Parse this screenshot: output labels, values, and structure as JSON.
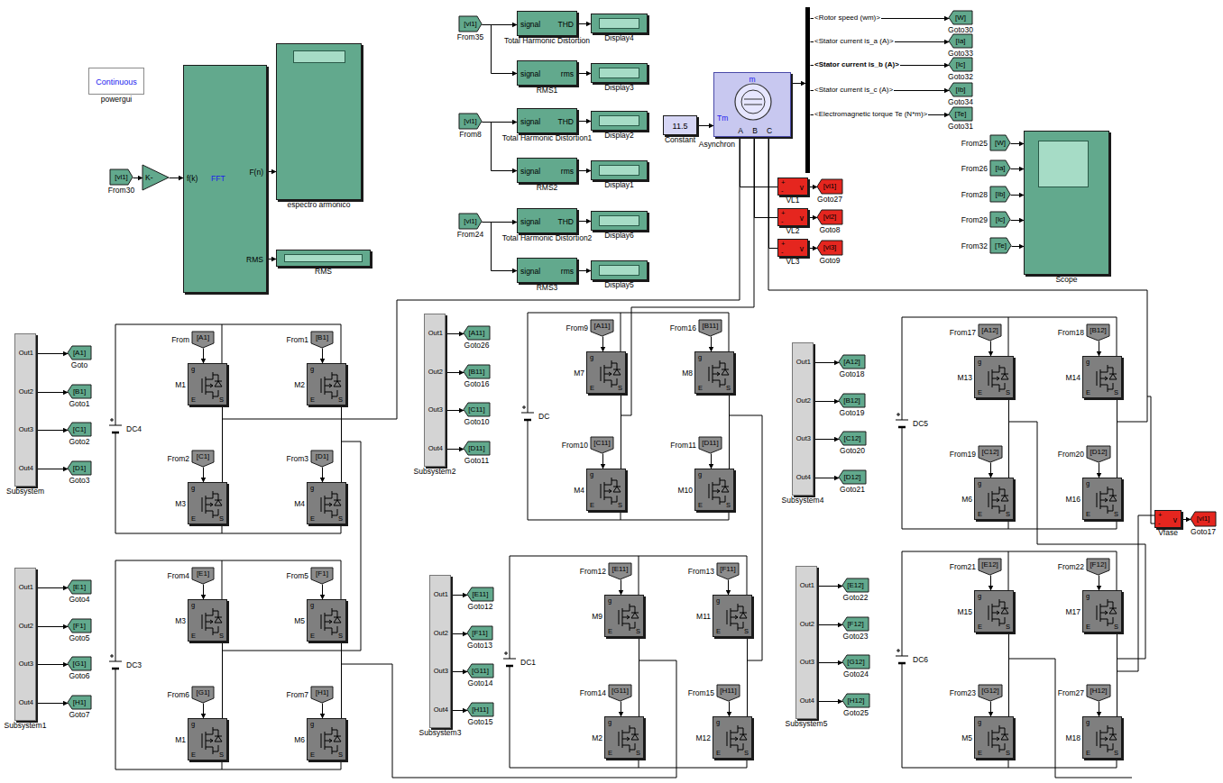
{
  "diagram": {
    "nodes": [
      {
        "text": [
          "Continuous",
          "powergui"
        ]
      },
      {
        "text": [
          "[vl1]",
          "From30"
        ]
      },
      {
        "text": [
          "K-"
        ]
      },
      {
        "text": [
          "f(k)",
          "FFT",
          "F(n)",
          "RMS"
        ]
      },
      {
        "text": [
          "espectro armonico"
        ]
      },
      {
        "text": [
          "RMS"
        ]
      },
      {
        "text": [
          "[vl1]",
          "From35"
        ]
      },
      {
        "text": [
          "signal",
          "THD",
          "Total Harmonic Distortion"
        ]
      },
      {
        "text": [
          "Display4"
        ]
      },
      {
        "text": [
          "signal",
          "rms",
          "RMS1"
        ]
      },
      {
        "text": [
          "Display3"
        ]
      },
      {
        "text": [
          "[vl1]",
          "From8"
        ]
      },
      {
        "text": [
          "signal",
          "THD",
          "Total Harmonic Distortion1"
        ]
      },
      {
        "text": [
          "Display2"
        ]
      },
      {
        "text": [
          "signal",
          "rms",
          "RMS2"
        ]
      },
      {
        "text": [
          "Display1"
        ]
      },
      {
        "text": [
          "[vl1]",
          "From24"
        ]
      },
      {
        "text": [
          "signal",
          "THD",
          "Total Harmonic Distortion2"
        ]
      },
      {
        "text": [
          "Display6"
        ]
      },
      {
        "text": [
          "signal",
          "rms",
          "RMS3"
        ]
      },
      {
        "text": [
          "Display5"
        ]
      },
      {
        "text": [
          "m",
          "Tm",
          "A",
          "B",
          "C",
          "Asynchron"
        ]
      },
      {
        "text": [
          "11.5",
          "Constant"
        ]
      },
      {
        "text": [
          "<Rotor speed (wm)>",
          "<Stator current is_a (A)>",
          "<Stator current is_b (A)>",
          "<Stator current is_c (A)>",
          "<Electromagnetic torque Te (N*m)>"
        ]
      },
      {
        "text": [
          "[W]",
          "Goto30"
        ]
      },
      {
        "text": [
          "[Ia]",
          "Goto33"
        ]
      },
      {
        "text": [
          "[Ic]",
          "Goto32"
        ]
      },
      {
        "text": [
          "[Ib]",
          "Goto34"
        ]
      },
      {
        "text": [
          "[Te]",
          "Goto31"
        ]
      },
      {
        "text": [
          "+",
          "-",
          "v",
          "VL1"
        ]
      },
      {
        "text": [
          "[vl1]",
          "Goto27"
        ]
      },
      {
        "text": [
          "+",
          "-",
          "v",
          "VL2"
        ]
      },
      {
        "text": [
          "[vl2]",
          "Goto8"
        ]
      },
      {
        "text": [
          "+",
          "-",
          "v",
          "VL3"
        ]
      },
      {
        "text": [
          "[vl3]",
          "Goto9"
        ]
      },
      {
        "text": [
          "[W]",
          "From25"
        ]
      },
      {
        "text": [
          "[Ia]",
          "From26"
        ]
      },
      {
        "text": [
          "[Ib]",
          "From28"
        ]
      },
      {
        "text": [
          "[Ic]",
          "From29"
        ]
      },
      {
        "text": [
          "[Te]",
          "From32"
        ]
      },
      {
        "text": [
          "Scope"
        ]
      },
      {
        "text": [
          "+",
          "-",
          "v",
          "Vfase"
        ]
      },
      {
        "text": [
          "[vl1]",
          "Goto17"
        ]
      },
      {
        "text": [
          "Out1",
          "Out2",
          "Out3",
          "Out4",
          "Subsystem"
        ]
      },
      {
        "text": [
          "[A1]",
          "Goto"
        ]
      },
      {
        "text": [
          "[B1]",
          "Goto1"
        ]
      },
      {
        "text": [
          "[C1]",
          "Goto2"
        ]
      },
      {
        "text": [
          "[D1]",
          "Goto3"
        ]
      },
      {
        "text": [
          "Out1",
          "Out2",
          "Out3",
          "Out4",
          "Subsystem1"
        ]
      },
      {
        "text": [
          "[E1]",
          "Goto4"
        ]
      },
      {
        "text": [
          "[F1]",
          "Goto5"
        ]
      },
      {
        "text": [
          "[G1]",
          "Goto6"
        ]
      },
      {
        "text": [
          "[H1]",
          "Goto7"
        ]
      },
      {
        "text": [
          "Out1",
          "Out2",
          "Out3",
          "Out4",
          "Subsystem2"
        ]
      },
      {
        "text": [
          "[A11]",
          "Goto26"
        ]
      },
      {
        "text": [
          "[B11]",
          "Goto16"
        ]
      },
      {
        "text": [
          "[C11]",
          "Goto10"
        ]
      },
      {
        "text": [
          "[D11]",
          "Goto11"
        ]
      },
      {
        "text": [
          "Out1",
          "Out2",
          "Out3",
          "Out4",
          "Subsystem3"
        ]
      },
      {
        "text": [
          "[E11]",
          "Goto12"
        ]
      },
      {
        "text": [
          "[F11]",
          "Goto13"
        ]
      },
      {
        "text": [
          "[G11]",
          "Goto14"
        ]
      },
      {
        "text": [
          "[H11]",
          "Goto15"
        ]
      },
      {
        "text": [
          "Out1",
          "Out2",
          "Out3",
          "Out4",
          "Subsystem4"
        ]
      },
      {
        "text": [
          "[A12]",
          "Goto18"
        ]
      },
      {
        "text": [
          "[B12]",
          "Goto19"
        ]
      },
      {
        "text": [
          "[C12]",
          "Goto20"
        ]
      },
      {
        "text": [
          "[D12]",
          "Goto21"
        ]
      },
      {
        "text": [
          "Out1",
          "Out2",
          "Out3",
          "Out4",
          "Subsystem5"
        ]
      },
      {
        "text": [
          "[E12]",
          "Goto22"
        ]
      },
      {
        "text": [
          "[F12]",
          "Goto23"
        ]
      },
      {
        "text": [
          "[G12]",
          "Goto24"
        ]
      },
      {
        "text": [
          "[H12]",
          "Goto25"
        ]
      },
      {
        "text": [
          "DC4"
        ]
      },
      {
        "text": [
          "[A1]",
          "From"
        ]
      },
      {
        "text": [
          "g",
          "E",
          "S",
          "M1"
        ]
      },
      {
        "text": [
          "[B1]",
          "From1"
        ]
      },
      {
        "text": [
          "g",
          "E",
          "S",
          "M2"
        ]
      },
      {
        "text": [
          "[C1]",
          "From2"
        ]
      },
      {
        "text": [
          "g",
          "E",
          "S",
          "M3"
        ]
      },
      {
        "text": [
          "[D1]",
          "From3"
        ]
      },
      {
        "text": [
          "g",
          "E",
          "S",
          "M4"
        ]
      },
      {
        "text": [
          "DC3"
        ]
      },
      {
        "text": [
          "[E1]",
          "From4"
        ]
      },
      {
        "text": [
          "g",
          "E",
          "S",
          "M3"
        ]
      },
      {
        "text": [
          "[F1]",
          "From5"
        ]
      },
      {
        "text": [
          "g",
          "E",
          "S",
          "M5"
        ]
      },
      {
        "text": [
          "[G1]",
          "From6"
        ]
      },
      {
        "text": [
          "g",
          "E",
          "S",
          "M1"
        ]
      },
      {
        "text": [
          "[H1]",
          "From7"
        ]
      },
      {
        "text": [
          "g",
          "E",
          "S",
          "M6"
        ]
      },
      {
        "text": [
          "DC"
        ]
      },
      {
        "text": [
          "[A11]",
          "From9"
        ]
      },
      {
        "text": [
          "g",
          "E",
          "S",
          "M7"
        ]
      },
      {
        "text": [
          "[B11]",
          "From16"
        ]
      },
      {
        "text": [
          "g",
          "E",
          "S",
          "M8"
        ]
      },
      {
        "text": [
          "[C11]",
          "From10"
        ]
      },
      {
        "text": [
          "g",
          "E",
          "S",
          "M4"
        ]
      },
      {
        "text": [
          "[D11]",
          "From11"
        ]
      },
      {
        "text": [
          "g",
          "E",
          "S",
          "M10"
        ]
      },
      {
        "text": [
          "DC1"
        ]
      },
      {
        "text": [
          "[E11]",
          "From12"
        ]
      },
      {
        "text": [
          "g",
          "E",
          "S",
          "M9"
        ]
      },
      {
        "text": [
          "[F11]",
          "From13"
        ]
      },
      {
        "text": [
          "g",
          "E",
          "S",
          "M11"
        ]
      },
      {
        "text": [
          "[G11]",
          "From14"
        ]
      },
      {
        "text": [
          "g",
          "E",
          "S",
          "M2"
        ]
      },
      {
        "text": [
          "[H11]",
          "From15"
        ]
      },
      {
        "text": [
          "g",
          "E",
          "S",
          "M12"
        ]
      },
      {
        "text": [
          "DC5"
        ]
      },
      {
        "text": [
          "[A12]",
          "From17"
        ]
      },
      {
        "text": [
          "g",
          "E",
          "S",
          "M13"
        ]
      },
      {
        "text": [
          "[B12]",
          "From18"
        ]
      },
      {
        "text": [
          "g",
          "E",
          "S",
          "M14"
        ]
      },
      {
        "text": [
          "[C12]",
          "From19"
        ]
      },
      {
        "text": [
          "g",
          "E",
          "S",
          "M6"
        ]
      },
      {
        "text": [
          "[D12]",
          "From20"
        ]
      },
      {
        "text": [
          "g",
          "E",
          "S",
          "M16"
        ]
      },
      {
        "text": [
          "DC6"
        ]
      },
      {
        "text": [
          "[E12]",
          "From21"
        ]
      },
      {
        "text": [
          "g",
          "E",
          "S",
          "M15"
        ]
      },
      {
        "text": [
          "[F12]",
          "From22"
        ]
      },
      {
        "text": [
          "g",
          "E",
          "S",
          "M17"
        ]
      },
      {
        "text": [
          "[G12]",
          "From23"
        ]
      },
      {
        "text": [
          "g",
          "E",
          "S",
          "M5"
        ]
      },
      {
        "text": [
          "[H12]",
          "From27"
        ]
      },
      {
        "text": [
          "g",
          "E",
          "S",
          "M18"
        ]
      }
    ],
    "edges": [
      {
        "from": 1,
        "to": 2,
        "arrow": "to"
      },
      {
        "from": 2,
        "to": 3,
        "arrow": "to"
      },
      {
        "from": 3,
        "to": 4,
        "arrow": "to"
      },
      {
        "from": 3,
        "to": 5,
        "arrow": "to"
      },
      {
        "from": 6,
        "to": 7,
        "arrow": "to"
      },
      {
        "from": 6,
        "to": 9,
        "arrow": "to"
      },
      {
        "from": 7,
        "to": 8,
        "arrow": "to"
      },
      {
        "from": 9,
        "to": 10,
        "arrow": "to"
      },
      {
        "from": 11,
        "to": 12,
        "arrow": "to"
      },
      {
        "from": 11,
        "to": 14,
        "arrow": "to"
      },
      {
        "from": 12,
        "to": 13,
        "arrow": "to"
      },
      {
        "from": 14,
        "to": 15,
        "arrow": "to"
      },
      {
        "from": 16,
        "to": 17,
        "arrow": "to"
      },
      {
        "from": 16,
        "to": 19,
        "arrow": "to"
      },
      {
        "from": 17,
        "to": 18,
        "arrow": "to"
      },
      {
        "from": 19,
        "to": 20,
        "arrow": "to"
      },
      {
        "from": 22,
        "to": 21,
        "arrow": "to"
      },
      {
        "from": 21,
        "to": 23,
        "arrow": "to"
      },
      {
        "from": 23,
        "to": 24,
        "arrow": "to"
      },
      {
        "from": 23,
        "to": 25,
        "arrow": "to"
      },
      {
        "from": 23,
        "to": 26,
        "arrow": "to"
      },
      {
        "from": 23,
        "to": 27,
        "arrow": "to"
      },
      {
        "from": 23,
        "to": 28,
        "arrow": "to"
      },
      {
        "from": 21,
        "to": 29,
        "arrow": "none"
      },
      {
        "from": 21,
        "to": 31,
        "arrow": "none"
      },
      {
        "from": 21,
        "to": 33,
        "arrow": "none"
      },
      {
        "from": 29,
        "to": 30,
        "arrow": "to"
      },
      {
        "from": 31,
        "to": 32,
        "arrow": "to"
      },
      {
        "from": 33,
        "to": 34,
        "arrow": "to"
      },
      {
        "from": 35,
        "to": 40,
        "arrow": "to"
      },
      {
        "from": 36,
        "to": 40,
        "arrow": "to"
      },
      {
        "from": 37,
        "to": 40,
        "arrow": "to"
      },
      {
        "from": 38,
        "to": 40,
        "arrow": "to"
      },
      {
        "from": 39,
        "to": 40,
        "arrow": "to"
      },
      {
        "from": 41,
        "to": 42,
        "arrow": "to"
      },
      {
        "from": 43,
        "to": 44,
        "arrow": "to"
      },
      {
        "from": 43,
        "to": 45,
        "arrow": "to"
      },
      {
        "from": 43,
        "to": 46,
        "arrow": "to"
      },
      {
        "from": 43,
        "to": 47,
        "arrow": "to"
      },
      {
        "from": 48,
        "to": 49,
        "arrow": "to"
      },
      {
        "from": 48,
        "to": 50,
        "arrow": "to"
      },
      {
        "from": 48,
        "to": 51,
        "arrow": "to"
      },
      {
        "from": 48,
        "to": 52,
        "arrow": "to"
      },
      {
        "from": 53,
        "to": 54,
        "arrow": "to"
      },
      {
        "from": 53,
        "to": 55,
        "arrow": "to"
      },
      {
        "from": 53,
        "to": 56,
        "arrow": "to"
      },
      {
        "from": 53,
        "to": 57,
        "arrow": "to"
      },
      {
        "from": 58,
        "to": 59,
        "arrow": "to"
      },
      {
        "from": 58,
        "to": 60,
        "arrow": "to"
      },
      {
        "from": 58,
        "to": 61,
        "arrow": "to"
      },
      {
        "from": 58,
        "to": 62,
        "arrow": "to"
      },
      {
        "from": 63,
        "to": 64,
        "arrow": "to"
      },
      {
        "from": 63,
        "to": 65,
        "arrow": "to"
      },
      {
        "from": 63,
        "to": 66,
        "arrow": "to"
      },
      {
        "from": 63,
        "to": 67,
        "arrow": "to"
      },
      {
        "from": 68,
        "to": 69,
        "arrow": "to"
      },
      {
        "from": 68,
        "to": 70,
        "arrow": "to"
      },
      {
        "from": 68,
        "to": 71,
        "arrow": "to"
      },
      {
        "from": 68,
        "to": 72,
        "arrow": "to"
      },
      {
        "from": 74,
        "to": 75,
        "arrow": "to"
      },
      {
        "from": 76,
        "to": 77,
        "arrow": "to"
      },
      {
        "from": 78,
        "to": 79,
        "arrow": "to"
      },
      {
        "from": 80,
        "to": 81,
        "arrow": "to"
      },
      {
        "from": 75,
        "to": 79,
        "arrow": "none"
      },
      {
        "from": 77,
        "to": 81,
        "arrow": "none"
      },
      {
        "from": 83,
        "to": 84,
        "arrow": "to"
      },
      {
        "from": 85,
        "to": 86,
        "arrow": "to"
      },
      {
        "from": 87,
        "to": 88,
        "arrow": "to"
      },
      {
        "from": 89,
        "to": 90,
        "arrow": "to"
      },
      {
        "from": 84,
        "to": 88,
        "arrow": "none"
      },
      {
        "from": 86,
        "to": 90,
        "arrow": "none"
      },
      {
        "from": 92,
        "to": 93,
        "arrow": "to"
      },
      {
        "from": 94,
        "to": 95,
        "arrow": "to"
      },
      {
        "from": 96,
        "to": 97,
        "arrow": "to"
      },
      {
        "from": 98,
        "to": 99,
        "arrow": "to"
      },
      {
        "from": 93,
        "to": 97,
        "arrow": "none"
      },
      {
        "from": 95,
        "to": 99,
        "arrow": "none"
      },
      {
        "from": 101,
        "to": 102,
        "arrow": "to"
      },
      {
        "from": 103,
        "to": 104,
        "arrow": "to"
      },
      {
        "from": 105,
        "to": 106,
        "arrow": "to"
      },
      {
        "from": 107,
        "to": 108,
        "arrow": "to"
      },
      {
        "from": 102,
        "to": 106,
        "arrow": "none"
      },
      {
        "from": 104,
        "to": 108,
        "arrow": "none"
      },
      {
        "from": 110,
        "to": 111,
        "arrow": "to"
      },
      {
        "from": 112,
        "to": 113,
        "arrow": "to"
      },
      {
        "from": 114,
        "to": 115,
        "arrow": "to"
      },
      {
        "from": 116,
        "to": 117,
        "arrow": "to"
      },
      {
        "from": 111,
        "to": 115,
        "arrow": "none"
      },
      {
        "from": 113,
        "to": 117,
        "arrow": "none"
      },
      {
        "from": 119,
        "to": 120,
        "arrow": "to"
      },
      {
        "from": 121,
        "to": 122,
        "arrow": "to"
      },
      {
        "from": 123,
        "to": 124,
        "arrow": "to"
      },
      {
        "from": 125,
        "to": 126,
        "arrow": "to"
      },
      {
        "from": 120,
        "to": 124,
        "arrow": "none"
      },
      {
        "from": 122,
        "to": 126,
        "arrow": "none"
      }
    ]
  }
}
